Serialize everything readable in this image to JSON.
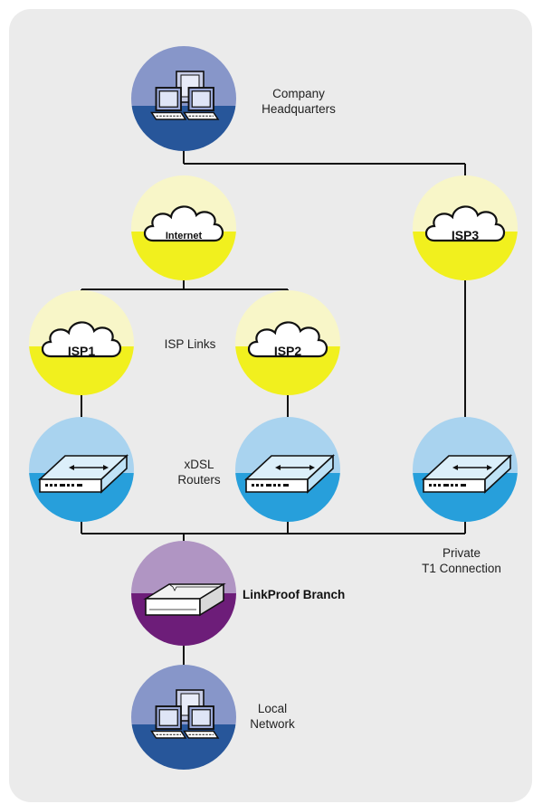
{
  "nodes": {
    "hq": {
      "label": "Company\nHeadquarters"
    },
    "internet": {
      "cloud_text": "Internet"
    },
    "isp1": {
      "cloud_text": "ISP1"
    },
    "isp2": {
      "cloud_text": "ISP2"
    },
    "isp3": {
      "cloud_text": "ISP3"
    },
    "linkproof": {
      "label": "LinkProof Branch"
    },
    "local": {
      "label": "Local\nNetwork"
    }
  },
  "annotations": {
    "isp_links": "ISP Links",
    "xdsl_routers": "xDSL\nRouters",
    "private_t1": "Private\nT1 Connection"
  },
  "colors": {
    "panel": "#ebebeb",
    "isp_top": "#f8f6c8",
    "isp_bottom": "#f1f01e",
    "router_top": "#a9d3ef",
    "router_bottom": "#279fdb",
    "hq_top": "#8796c9",
    "hq_bottom": "#27569a",
    "linkproof_top": "#b095c3",
    "linkproof_bottom": "#6d1d79",
    "line": "#111111"
  }
}
